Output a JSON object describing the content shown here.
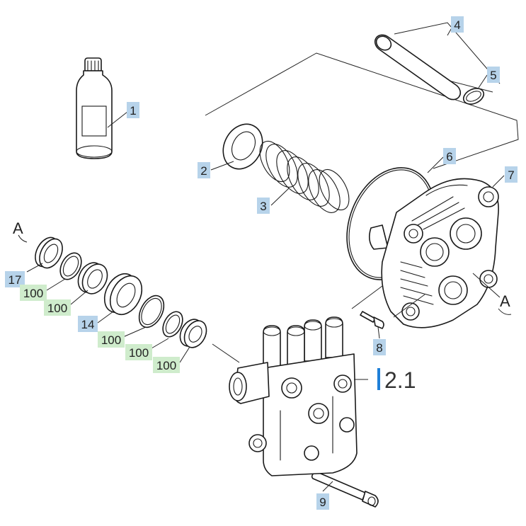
{
  "colors": {
    "label_blue": "#b7d3ea",
    "label_green": "#cfeccc",
    "accent_bar": "#1e7fd8",
    "line": "#1a1a1a"
  },
  "labels": {
    "p1": "1",
    "p2": "2",
    "p3": "3",
    "p4": "4",
    "p5": "5",
    "p6": "6",
    "p7": "7",
    "p8": "8",
    "p9": "9",
    "p14": "14",
    "p17": "17",
    "g1": "100",
    "g2": "100",
    "g3": "100",
    "g4": "100",
    "g5": "100",
    "section": "2.1",
    "ref_a_left": "A",
    "ref_a_right": "A"
  }
}
